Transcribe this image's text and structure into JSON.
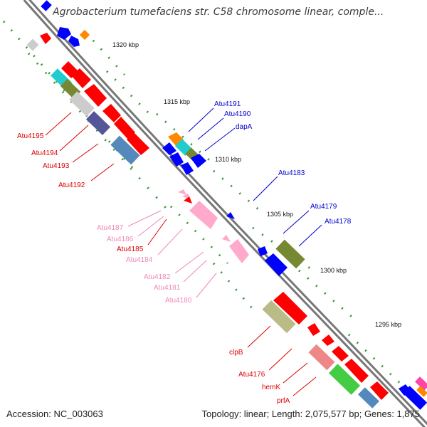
{
  "title": "Agrobacterium tumefaciens str. C58 chromosome linear, comple...",
  "footer": {
    "accession": "Accession: NC_003063",
    "summary": "Topology: linear; Length: 2,075,577 bp; Genes: 1,875"
  },
  "colors": {
    "backbone": "#777777",
    "tick": "#339933",
    "reverse_label": "#dd0000",
    "forward_label": "#0000cc",
    "rna_label": "#ee88bb"
  },
  "scale_labels": [
    "1320 kbp",
    "1315 kbp",
    "1310 kbp",
    "1305 kbp",
    "1300 kbp",
    "1295 kbp"
  ],
  "gene_labels": {
    "upper_left": [
      "Atu4195",
      "Atu4194",
      "Atu4193",
      "Atu4192"
    ],
    "upper_right": [
      "Atu4191",
      "Atu4190",
      "dapA",
      "Atu4183",
      "Atu4179",
      "Atu4178"
    ],
    "middle_left": [
      "Atu4187",
      "Atu4186",
      "Atu4185",
      "Atu4184",
      "Atu4182",
      "Atu4181",
      "Atu4180"
    ],
    "lower_left": [
      "clpB",
      "Atu4176",
      "hemK",
      "prfA"
    ]
  }
}
